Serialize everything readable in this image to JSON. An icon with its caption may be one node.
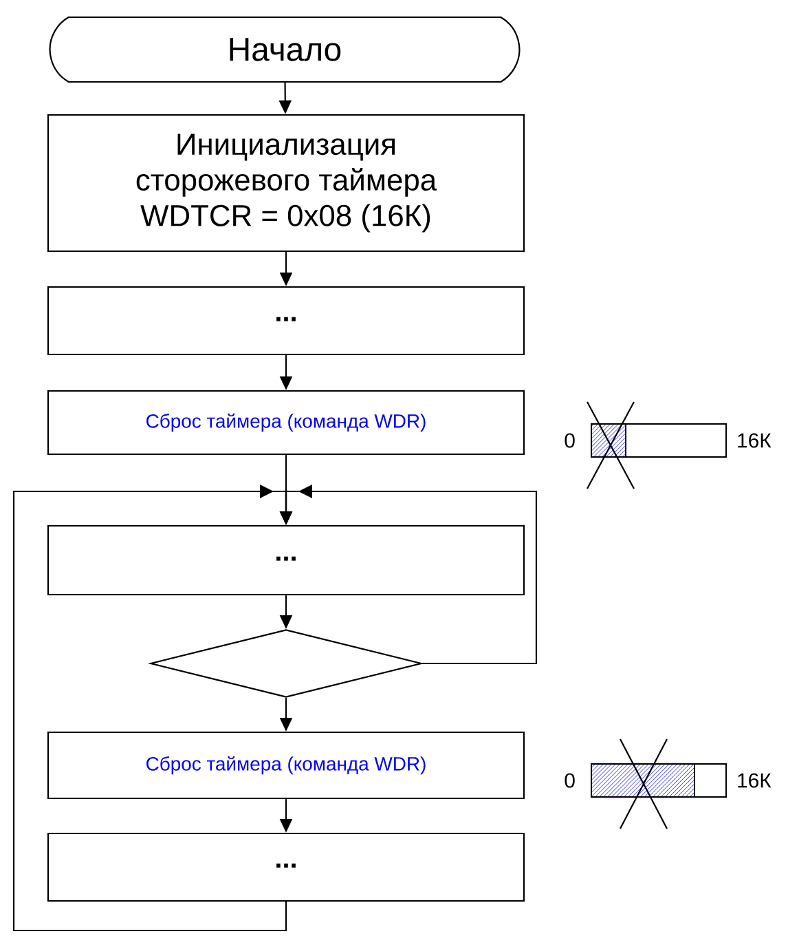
{
  "diagram": {
    "nodes": [
      {
        "text": [
          "Начало"
        ]
      },
      {
        "text": [
          "Инициализация сторожевого таймера WDTCR = 0x08 (16К)"
        ]
      },
      {
        "text": [
          "..."
        ]
      },
      {
        "text": [
          "Сброс таймера (команда WDR)"
        ]
      },
      {
        "text": [
          "..."
        ]
      },
      {
        "text": [],
        "shape": "diamond"
      },
      {
        "text": [
          "Сброс таймера (команда WDR)"
        ]
      },
      {
        "text": [
          "..."
        ]
      }
    ],
    "edges": [
      {
        "from": 0,
        "to": 1,
        "arrow": "to"
      },
      {
        "from": 1,
        "to": 2,
        "arrow": "to"
      },
      {
        "from": 2,
        "to": 3,
        "arrow": "to"
      },
      {
        "from": 3,
        "to": 4,
        "arrow": "to"
      },
      {
        "from": 4,
        "to": 5,
        "arrow": "to"
      },
      {
        "from": 5,
        "to": 6,
        "arrow": "to"
      },
      {
        "from": 6,
        "to": 7,
        "arrow": "to"
      },
      {
        "from": 7,
        "to": 4,
        "arrow": "to"
      },
      {
        "from": 5,
        "to": 4,
        "arrow": "to"
      }
    ],
    "labels": [
      "0",
      "16К",
      "0",
      "16К"
    ]
  }
}
